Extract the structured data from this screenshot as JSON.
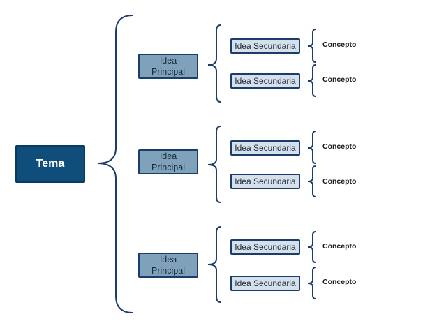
{
  "tema": "Tema",
  "colors": {
    "tema_fill": "#0f4d7a",
    "principal_fill": "#7fa2ba",
    "secundaria_fill": "#d5e0ea",
    "border": "#1a3d6b",
    "brace": "#1a3d6b"
  },
  "branches": [
    {
      "principal": "Idea Principal",
      "secundarias": [
        {
          "label": "Idea Secundaria",
          "concepto": "Concepto"
        },
        {
          "label": "Idea Secundaria",
          "concepto": "Concepto"
        }
      ]
    },
    {
      "principal": "Idea Principal",
      "secundarias": [
        {
          "label": "Idea Secundaria",
          "concepto": "Concepto"
        },
        {
          "label": "Idea Secundaria",
          "concepto": "Concepto"
        }
      ]
    },
    {
      "principal": "Idea Principal",
      "secundarias": [
        {
          "label": "Idea Secundaria",
          "concepto": "Concepto"
        },
        {
          "label": "Idea Secundaria",
          "concepto": "Concepto"
        }
      ]
    }
  ]
}
